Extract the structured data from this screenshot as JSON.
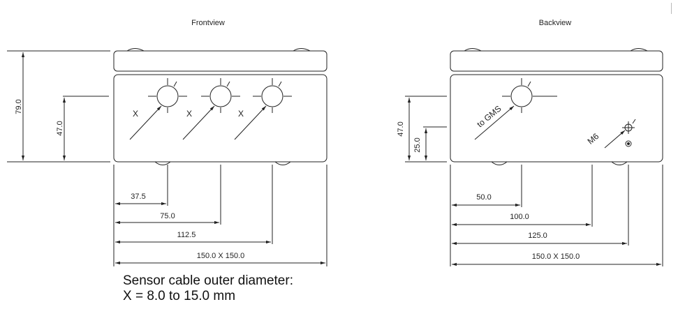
{
  "front": {
    "title": "Frontview",
    "dim_height": "79.0",
    "dim_center": "47.0",
    "dim_1": "37.5",
    "dim_2": "75.0",
    "dim_3": "112.5",
    "dim_width": "150.0 X 150.0",
    "cable_marker": "X"
  },
  "back": {
    "title": "Backview",
    "dim_center": "47.0",
    "dim_small": "25.0",
    "dim_1": "50.0",
    "dim_2": "100.0",
    "dim_3": "125.0",
    "dim_width": "150.0 X 150.0",
    "port_label": "to GMS",
    "thread_label": "M6"
  },
  "note": {
    "line1": "Sensor cable outer diameter:",
    "line2": "X = 8.0  to 15.0 mm"
  },
  "colors": {
    "line": "#222222",
    "text": "#222222"
  }
}
